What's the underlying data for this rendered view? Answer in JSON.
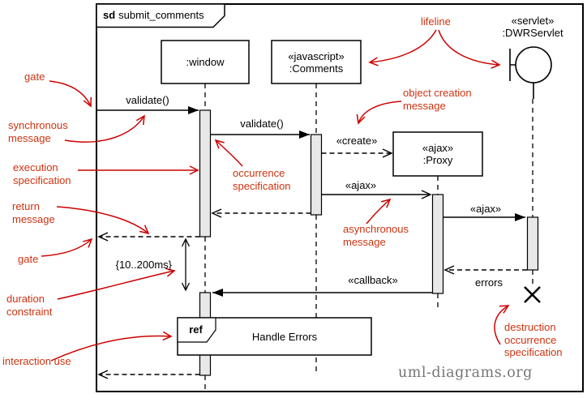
{
  "frame": {
    "operator": "sd",
    "name": "submit_comments"
  },
  "lifelines": {
    "window": {
      "name": ":window"
    },
    "comments": {
      "stereotype": "«javascript»",
      "name": ":Comments"
    },
    "proxy": {
      "stereotype": "«ajax»",
      "name": ":Proxy"
    },
    "servlet": {
      "stereotype": "«servlet»",
      "name": ":DWRServlet"
    }
  },
  "messages": {
    "validate_gate": "validate()",
    "validate_inner": "validate()",
    "create": "«create»",
    "ajax_async": "«ajax»",
    "ajax_sync": "«ajax»",
    "errors": "errors",
    "callback": "«callback»"
  },
  "duration_constraint": "{10..200ms}",
  "interaction_use": {
    "operator": "ref",
    "name": "Handle Errors"
  },
  "annotations": {
    "gate_top": "gate",
    "synchronous_message": "synchronous\nmessage",
    "execution_specification": "execution\nspecification",
    "return_message": "return\nmessage",
    "gate_bottom": "gate",
    "duration_constraint": "duration\nconstraint",
    "interaction_use": "interaction use",
    "lifeline": "lifeline",
    "object_creation_message": "object creation\nmessage",
    "occurrence_specification": "occurrence\nspecification",
    "asynchronous_message": "asynchronous\nmessage",
    "destruction_occurrence": "destruction\noccurrence\nspecification"
  },
  "watermark": "uml-diagrams.org",
  "colors": {
    "diagram_line": "#000000",
    "activation_fill": "#e8e8e8",
    "annotation_text": "#cc3311",
    "annotation_arrow": "#cc0000",
    "watermark": "#767676"
  }
}
